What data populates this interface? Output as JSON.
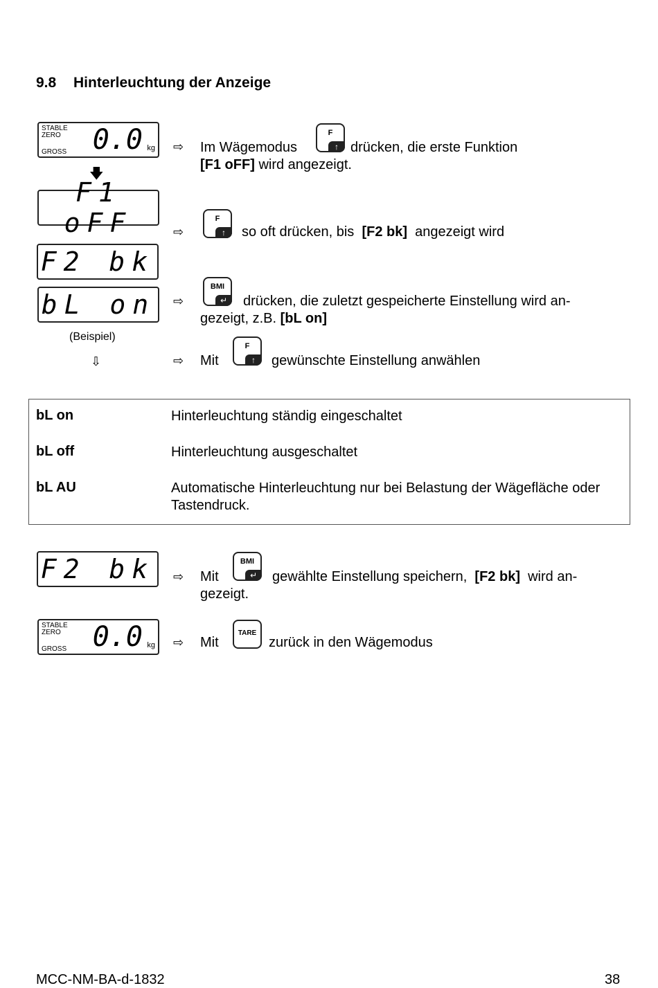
{
  "section": {
    "number": "9.8",
    "title": "Hinterleuchtung der Anzeige"
  },
  "displays": {
    "weigh_top": {
      "stable": "STABLE",
      "zero": "ZERO",
      "gross": "GROSS",
      "value": "0.0",
      "unit": "kg"
    },
    "f1_off": "F1 oFF",
    "f2_bk_1": "F2 bk",
    "bl_on": "bL on",
    "example_label": "(Beispiel)",
    "f2_bk_2": "F2 bk",
    "weigh_bottom": {
      "stable": "STABLE",
      "zero": "ZERO",
      "gross": "GROSS",
      "value": "0.0",
      "unit": "kg"
    }
  },
  "keys": {
    "f": "F",
    "bmi": "BMI",
    "tare": "TARE"
  },
  "steps": {
    "s1_a": "Im Wägemodus",
    "s1_b": "drücken, die erste Funktion",
    "s1_c_bold": "[F1 oFF]",
    "s1_c": "wird angezeigt.",
    "s2_a": "so oft drücken, bis",
    "s2_bold": "[F2 bk]",
    "s2_b": "angezeigt wird",
    "s3_a": "drücken, die zuletzt gespeicherte Einstellung wird an-",
    "s3_b": "gezeigt, z.B.",
    "s3_bold": "[bL on]",
    "s4_a": "Mit",
    "s4_b": "gewünschte Einstellung anwählen",
    "s5_a": "Mit",
    "s5_b": "gewählte Einstellung speichern,",
    "s5_bold": "[F2 bk]",
    "s5_c": "wird an-",
    "s5_d": "gezeigt.",
    "s6_a": "Mit",
    "s6_b": "zurück in den Wägemodus"
  },
  "options": [
    {
      "key": "bL on",
      "desc": "Hinterleuchtung ständig eingeschaltet"
    },
    {
      "key": "bL off",
      "desc": "Hinterleuchtung ausgeschaltet"
    },
    {
      "key": "bL AU",
      "desc": "Automatische Hinterleuchtung nur bei Belastung der Wägefläche oder Tastendruck."
    }
  ],
  "footer": {
    "doc_id": "MCC-NM-BA-d-1832",
    "page": "38"
  }
}
